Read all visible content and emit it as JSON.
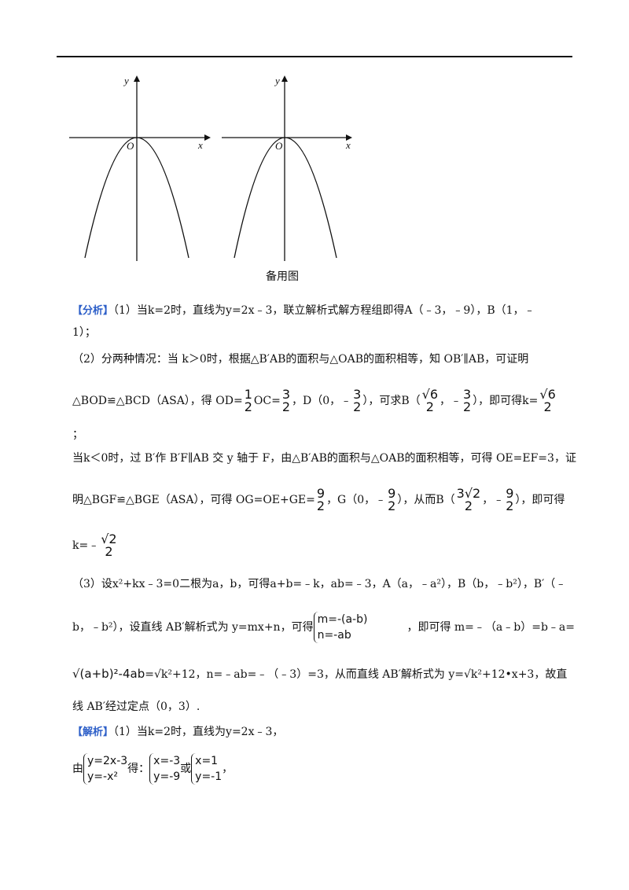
{
  "figure": {
    "axis_x": "x",
    "axis_y": "y",
    "origin": "O",
    "caption": "备用图"
  },
  "analysis": {
    "tag": "【分析】",
    "l1": "（1）当k=2时，直线为y=2x﹣3，联立解析式解方程组即得A（﹣3，﹣9），B（1，﹣",
    "l2": "1）；",
    "l3": "（2）分两种情况：当 k＞0时，根据△B′AB的面积与△OAB的面积相等，知 OB′∥AB，可证明",
    "l4a": "△BOD≌△BCD（ASA），得 OD=",
    "l4b": "OC=",
    "l4c": "，D（0，﹣",
    "l4d": "），可求B（",
    "l4e": "，﹣",
    "l4f": "），即可得k=",
    "l5": "；",
    "l6": "当k＜0时，过 B′作 B′F∥AB 交 y 轴于 F，由△B′AB的面积与△OAB的面积相等，可得 OE=EF=3，证",
    "l7a": "明△BGF≌△BGE（ASA），可得 OG=OE+GE=",
    "l7b": "，G（0，﹣",
    "l7c": "），从而B（",
    "l7d": "，﹣",
    "l7e": "），即可得",
    "l8": "k=﹣",
    "l9": "（3）设x²+kx﹣3=0二根为a，b，可得a+b=﹣k，ab=﹣3，A（a，﹣a²），B（b，﹣b²），B′（﹣",
    "l10a": "b，﹣b²），设直线 AB′解析式为 y=mx+n，可得",
    "l10b": "，即可得 m=﹣（a﹣b）=b﹣a=",
    "sys1a": "m=-(a-b)",
    "sys1b": "n=-ab",
    "l11a": "√(a+b)²-4ab",
    "l11b": "=√k²+12，n=﹣ab=﹣（﹣3）=3，从而直线 AB′解析式为 y=√k²+12•x+3，故直",
    "l12": "线 AB′经过定点（0，3）."
  },
  "solution": {
    "tag": "【解析】",
    "l1": "（1）当k=2时，直线为y=2x﹣3，",
    "pre": "由",
    "s1a": "y=2x-3",
    "s1b": "y=-x²",
    "mid": "得：",
    "s2a": "x=-3",
    "s2b": "y=-9",
    "or": "或",
    "s3a": "x=1",
    "s3b": "y=-1",
    "end": "，"
  },
  "fracs": {
    "half_n": "1",
    "half_d": "2",
    "th_n": "3",
    "th_d": "2",
    "r6_n": "√6",
    "r6_d": "2",
    "nine_n": "9",
    "nine_d": "2",
    "r2x3_n": "3√2",
    "r2x3_d": "2",
    "r2_n": "√2",
    "r2_d": "2"
  }
}
